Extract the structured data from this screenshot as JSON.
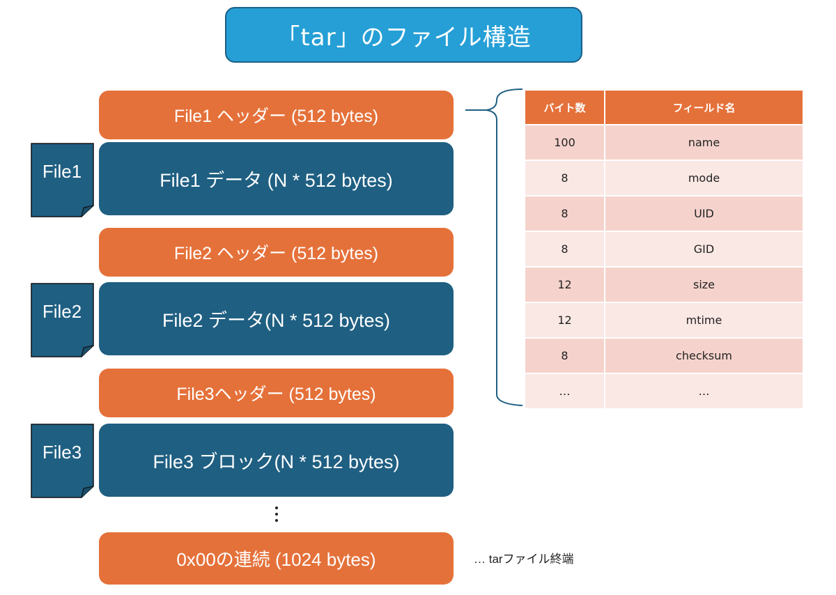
{
  "title": "「tar」のファイル構造",
  "colors": {
    "title_bg": "#259fd6",
    "header_block": "#e5713a",
    "data_block": "#1f5f82",
    "table_header": "#e5713a",
    "table_row_dark": "#f5d3cc",
    "table_row_light": "#fae8e4"
  },
  "files": [
    {
      "icon_label": "File1",
      "header": "File1 ヘッダー (512 bytes)",
      "data": "File1 データ (N * 512 bytes)"
    },
    {
      "icon_label": "File2",
      "header": "File2 ヘッダー (512 bytes)",
      "data": "File2 データ(N * 512 bytes)"
    },
    {
      "icon_label": "File3",
      "header": "File3ヘッダー (512 bytes)",
      "data": "File3 ブロック(N * 512 bytes)"
    }
  ],
  "terminator": {
    "block": "0x00の連続 (1024 bytes)",
    "note": "… tarファイル終端"
  },
  "header_table": {
    "columns": [
      "バイト数",
      "フィールド名"
    ],
    "rows": [
      [
        "100",
        "name"
      ],
      [
        "8",
        "mode"
      ],
      [
        "8",
        "UID"
      ],
      [
        "8",
        "GID"
      ],
      [
        "12",
        "size"
      ],
      [
        "12",
        "mtime"
      ],
      [
        "8",
        "checksum"
      ],
      [
        "…",
        "…"
      ]
    ]
  }
}
